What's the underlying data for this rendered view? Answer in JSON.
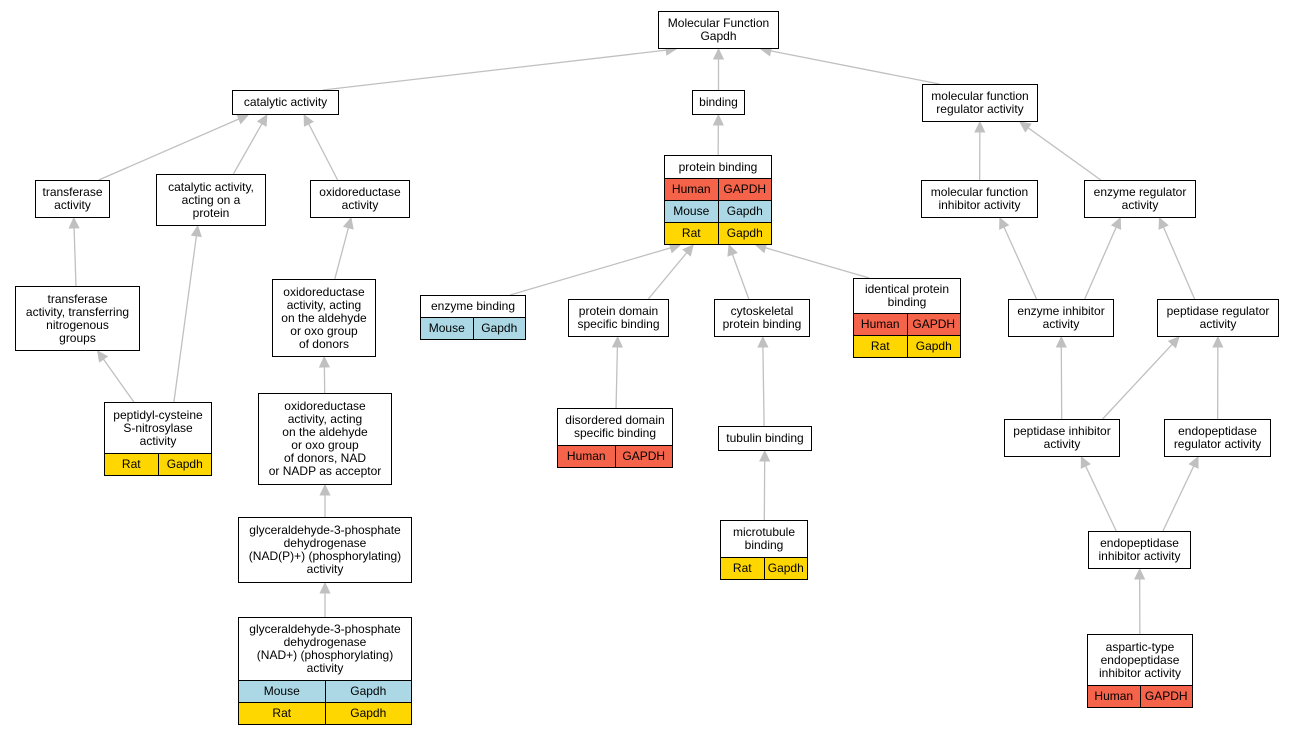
{
  "diagram": {
    "species_colors": {
      "Human": "#f4634a",
      "Mouse": "#acd8e6",
      "Rat": "#ffd700"
    },
    "edge_color": "#c0c0c0",
    "nodes": [
      {
        "id": "mf",
        "text": "Molecular Function\nGapdh",
        "rows": []
      },
      {
        "id": "catalytic",
        "text": "catalytic activity",
        "rows": []
      },
      {
        "id": "binding",
        "text": "binding",
        "rows": []
      },
      {
        "id": "mfreg",
        "text": "molecular function\nregulator activity",
        "rows": []
      },
      {
        "id": "transferase",
        "text": "transferase\nactivity",
        "rows": []
      },
      {
        "id": "cat_protein",
        "text": "catalytic activity,\nacting on a\nprotein",
        "rows": []
      },
      {
        "id": "oxidoreductase",
        "text": "oxidoreductase\nactivity",
        "rows": []
      },
      {
        "id": "protein_binding",
        "text": "protein binding",
        "rows": [
          {
            "species": "Human",
            "gene": "GAPDH"
          },
          {
            "species": "Mouse",
            "gene": "Gapdh"
          },
          {
            "species": "Rat",
            "gene": "Gapdh"
          }
        ]
      },
      {
        "id": "mf_inhib",
        "text": "molecular function\ninhibitor activity",
        "rows": []
      },
      {
        "id": "enz_reg",
        "text": "enzyme regulator\nactivity",
        "rows": []
      },
      {
        "id": "transf_nitro",
        "text": "transferase\nactivity, transferring\nnitrogenous\ngroups",
        "rows": []
      },
      {
        "id": "oxido_ald",
        "text": "oxidoreductase\nactivity, acting\non the aldehyde\nor oxo group\nof donors",
        "rows": []
      },
      {
        "id": "enzyme_binding",
        "text": "enzyme binding",
        "rows": [
          {
            "species": "Mouse",
            "gene": "Gapdh"
          }
        ]
      },
      {
        "id": "pdomain",
        "text": "protein domain\nspecific binding",
        "rows": []
      },
      {
        "id": "cytoskeletal",
        "text": "cytoskeletal\nprotein binding",
        "rows": []
      },
      {
        "id": "identical",
        "text": "identical protein\nbinding",
        "rows": [
          {
            "species": "Human",
            "gene": "GAPDH"
          },
          {
            "species": "Rat",
            "gene": "Gapdh"
          }
        ]
      },
      {
        "id": "enz_inhib",
        "text": "enzyme inhibitor\nactivity",
        "rows": []
      },
      {
        "id": "pept_reg",
        "text": "peptidase regulator\nactivity",
        "rows": []
      },
      {
        "id": "peptidyl_cys",
        "text": "peptidyl-cysteine\nS-nitrosylase\nactivity",
        "rows": [
          {
            "species": "Rat",
            "gene": "Gapdh"
          }
        ]
      },
      {
        "id": "oxido_nad",
        "text": "oxidoreductase\nactivity, acting\non the aldehyde\nor oxo group\nof donors, NAD\nor NADP as acceptor",
        "rows": []
      },
      {
        "id": "disordered",
        "text": "disordered domain\nspecific binding",
        "rows": [
          {
            "species": "Human",
            "gene": "GAPDH"
          }
        ]
      },
      {
        "id": "tubulin",
        "text": "tubulin binding",
        "rows": []
      },
      {
        "id": "pept_inhib",
        "text": "peptidase inhibitor\nactivity",
        "rows": []
      },
      {
        "id": "endopept_reg",
        "text": "endopeptidase\nregulator activity",
        "rows": []
      },
      {
        "id": "g3pd_nadp",
        "text": "glyceraldehyde-3-phosphate\ndehydrogenase\n(NAD(P)+) (phosphorylating)\nactivity",
        "rows": []
      },
      {
        "id": "microtubule",
        "text": "microtubule\nbinding",
        "rows": [
          {
            "species": "Rat",
            "gene": "Gapdh"
          }
        ]
      },
      {
        "id": "endopept_inhib",
        "text": "endopeptidase\ninhibitor activity",
        "rows": []
      },
      {
        "id": "g3pd_nad",
        "text": "glyceraldehyde-3-phosphate\ndehydrogenase\n(NAD+) (phosphorylating)\nactivity",
        "rows": [
          {
            "species": "Mouse",
            "gene": "Gapdh"
          },
          {
            "species": "Rat",
            "gene": "Gapdh"
          }
        ]
      },
      {
        "id": "aspartic",
        "text": "aspartic-type\nendopeptidase\ninhibitor activity",
        "rows": [
          {
            "species": "Human",
            "gene": "GAPDH"
          }
        ]
      }
    ],
    "edges": [
      {
        "from": "catalytic",
        "to": "mf"
      },
      {
        "from": "binding",
        "to": "mf"
      },
      {
        "from": "mfreg",
        "to": "mf"
      },
      {
        "from": "transferase",
        "to": "catalytic"
      },
      {
        "from": "cat_protein",
        "to": "catalytic"
      },
      {
        "from": "oxidoreductase",
        "to": "catalytic"
      },
      {
        "from": "protein_binding",
        "to": "binding"
      },
      {
        "from": "mf_inhib",
        "to": "mfreg"
      },
      {
        "from": "enz_reg",
        "to": "mfreg"
      },
      {
        "from": "transf_nitro",
        "to": "transferase"
      },
      {
        "from": "oxido_ald",
        "to": "oxidoreductase"
      },
      {
        "from": "enzyme_binding",
        "to": "protein_binding"
      },
      {
        "from": "pdomain",
        "to": "protein_binding"
      },
      {
        "from": "cytoskeletal",
        "to": "protein_binding"
      },
      {
        "from": "identical",
        "to": "protein_binding"
      },
      {
        "from": "enz_inhib",
        "to": "mf_inhib"
      },
      {
        "from": "enz_inhib",
        "to": "enz_reg"
      },
      {
        "from": "pept_reg",
        "to": "enz_reg"
      },
      {
        "from": "peptidyl_cys",
        "to": "transf_nitro"
      },
      {
        "from": "peptidyl_cys",
        "to": "cat_protein"
      },
      {
        "from": "oxido_nad",
        "to": "oxido_ald"
      },
      {
        "from": "disordered",
        "to": "pdomain"
      },
      {
        "from": "tubulin",
        "to": "cytoskeletal"
      },
      {
        "from": "pept_inhib",
        "to": "enz_inhib"
      },
      {
        "from": "pept_inhib",
        "to": "pept_reg"
      },
      {
        "from": "endopept_reg",
        "to": "pept_reg"
      },
      {
        "from": "g3pd_nadp",
        "to": "oxido_nad"
      },
      {
        "from": "microtubule",
        "to": "tubulin"
      },
      {
        "from": "endopept_inhib",
        "to": "pept_inhib"
      },
      {
        "from": "endopept_inhib",
        "to": "endopept_reg"
      },
      {
        "from": "g3pd_nad",
        "to": "g3pd_nadp"
      },
      {
        "from": "aspartic",
        "to": "endopept_inhib"
      }
    ]
  }
}
